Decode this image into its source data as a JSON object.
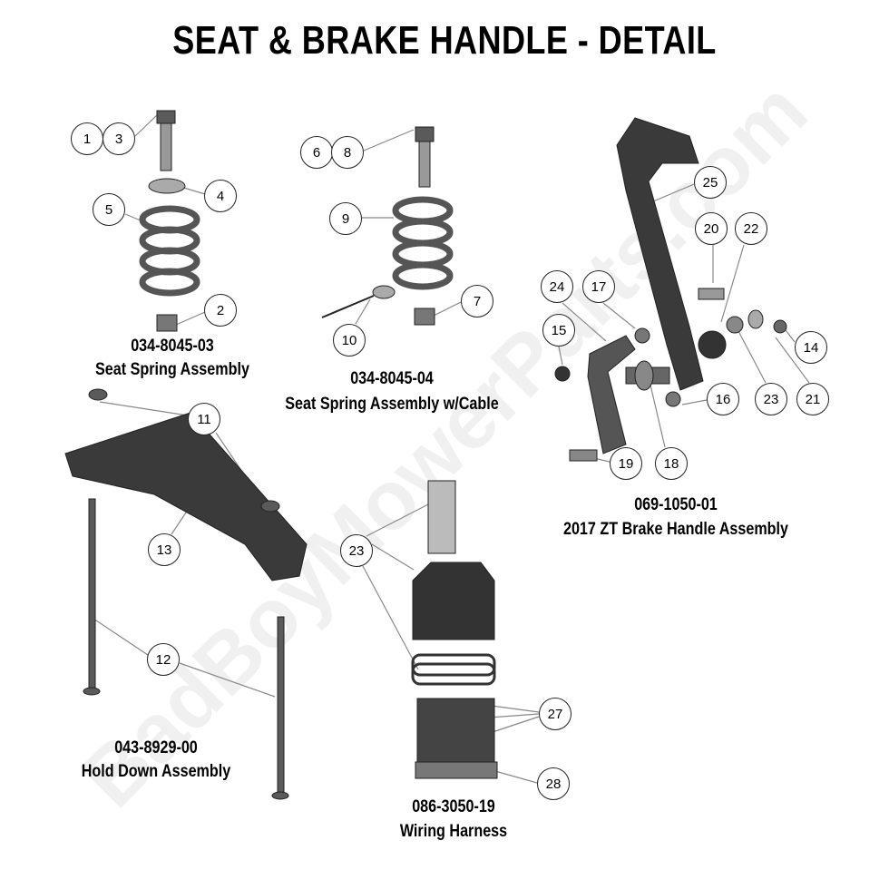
{
  "title": "SEAT & BRAKE HANDLE - DETAIL",
  "watermark": "BadBoyMowerParts.com",
  "assemblies": [
    {
      "part_number": "034-8045-03",
      "name": "Seat Spring Assembly"
    },
    {
      "part_number": "034-8045-04",
      "name": "Seat Spring Assembly w/Cable"
    },
    {
      "part_number": "069-1050-01",
      "name": "2017 ZT Brake Handle Assembly"
    },
    {
      "part_number": "043-8929-00",
      "name": "Hold Down Assembly"
    },
    {
      "part_number": "086-3050-19",
      "name": "Wiring Harness"
    }
  ],
  "callouts": [
    "1",
    "3",
    "4",
    "5",
    "2",
    "6",
    "8",
    "9",
    "7",
    "10",
    "11",
    "13",
    "12",
    "25",
    "20",
    "22",
    "24",
    "17",
    "15",
    "14",
    "23",
    "21",
    "16",
    "18",
    "19",
    "23",
    "27",
    "28"
  ],
  "colors": {
    "part_fill": "#3a3a3a",
    "part_light": "#9a9a9a",
    "leader": "#888888"
  }
}
